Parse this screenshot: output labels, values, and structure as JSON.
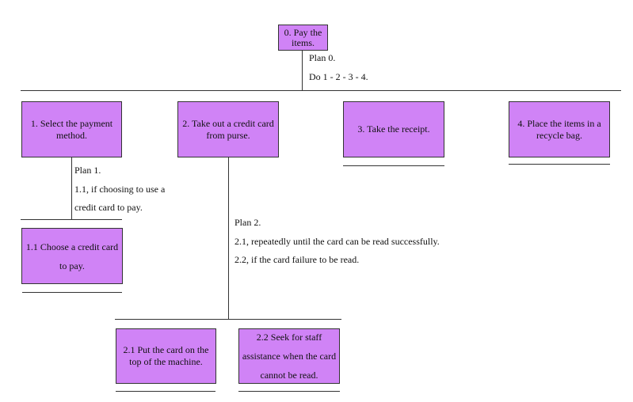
{
  "nodes": {
    "root": "0. Pay the items.",
    "n1": "1. Select the payment method.",
    "n2": "2. Take out a credit card from purse.",
    "n3": "3. Take the receipt.",
    "n4": "4. Place the items in a recycle bag.",
    "n1_1": "1.1 Choose a credit card to pay.",
    "n2_1": "2.1 Put the card on the top of the machine.",
    "n2_2": "2.2 Seek for staff assistance when the card cannot be read."
  },
  "plans": {
    "plan0": {
      "title": "Plan 0.",
      "lines": [
        "Do 1 - 2 - 3 - 4."
      ]
    },
    "plan1": {
      "title": "Plan 1.",
      "lines": [
        "1.1, if  choosing to use a",
        "credit card to pay."
      ]
    },
    "plan2": {
      "title": "Plan 2.",
      "lines": [
        "2.1, repeatedly until the card can be read successfully.",
        "2.2, if the card failure to be read."
      ]
    }
  },
  "colors": {
    "node_fill": "#d083f6",
    "line": "#333333"
  }
}
